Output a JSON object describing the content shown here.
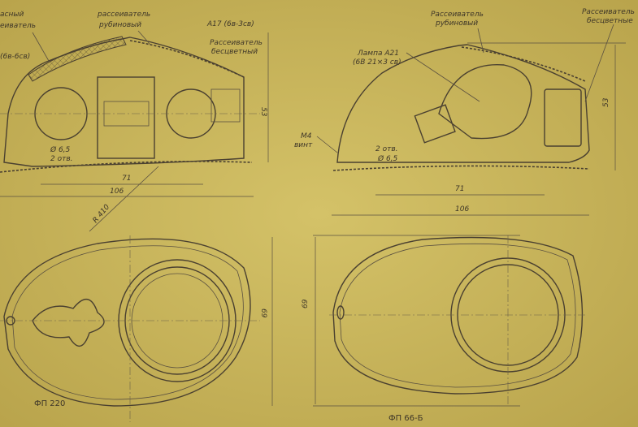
{
  "left_view": {
    "labels": {
      "clear_lens_cut_1": "асный",
      "clear_lens_cut_2": "еиватель",
      "lamp_cut": "(6в-6св)",
      "ruby_lens_1": "рассеиватель",
      "ruby_lens_2": "рубиновый",
      "lamp": "А17 (6в-3св)",
      "clear_lens_1": "Рассеиватель",
      "clear_lens_2": "бесцветный",
      "hole_dia": "Ø 6,5",
      "holes": "2 отв.",
      "radius": "R 410"
    },
    "dims": {
      "height": "53",
      "inner_length": "71",
      "length": "106",
      "width": "69"
    },
    "caption": "ФП 220"
  },
  "right_view": {
    "labels": {
      "ruby_lens_1": "Рассеиватель",
      "ruby_lens_2": "рубиновый",
      "clear_lens_1": "Рассеиватель",
      "clear_lens_2": "бесцветные",
      "lamp_1": "Лампа А21",
      "lamp_2": "(6В 21×3 св)",
      "screw_1": "М4",
      "screw_2": "винт",
      "holes": "2 отв.",
      "hole_dia": "Ø 6,5"
    },
    "dims": {
      "height": "53",
      "inner_length": "71",
      "length": "106",
      "width": "69"
    },
    "caption": "ФП 66-Б"
  }
}
